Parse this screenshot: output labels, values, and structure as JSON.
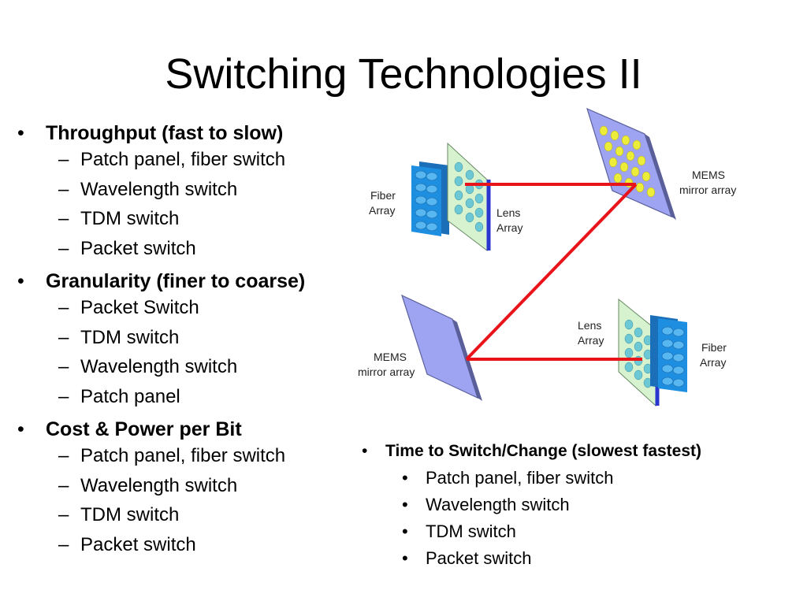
{
  "title": "Switching Technologies II",
  "left_groups": [
    {
      "heading": "Throughput (fast to slow)",
      "items": [
        "Patch panel, fiber switch",
        "Wavelength switch",
        "TDM switch",
        "Packet switch"
      ]
    },
    {
      "heading": "Granularity (finer to coarse)",
      "items": [
        "Packet Switch",
        "TDM switch",
        "Wavelength switch",
        "Patch panel"
      ]
    },
    {
      "heading": "Cost & Power per Bit",
      "items": [
        "Patch panel, fiber switch",
        "Wavelength switch",
        "TDM switch",
        "Packet switch"
      ]
    }
  ],
  "right_group": {
    "heading": "Time to Switch/Change  (slowest fastest)",
    "items": [
      "Patch panel, fiber switch",
      "Wavelength switch",
      "TDM switch",
      "Packet switch"
    ]
  },
  "dash": "–",
  "diagram": {
    "labels": {
      "fiber_array_top_1": "Fiber",
      "fiber_array_top_2": "Array",
      "lens_array_top_1": "Lens",
      "lens_array_top_2": "Array",
      "mems_top_1": "MEMS",
      "mems_top_2": "mirror array",
      "mems_bottom_1": "MEMS",
      "mems_bottom_2": "mirror array",
      "lens_array_bottom_1": "Lens",
      "lens_array_bottom_2": "Array",
      "fiber_array_bottom_1": "Fiber",
      "fiber_array_bottom_2": "Array"
    },
    "colors": {
      "beam": "#e8141a",
      "mirror_face": "#9ea4f2",
      "mirror_edge": "#5a5f9a",
      "mirror_dots": "#ecec3a",
      "lens_face": "#d6f2cf",
      "lens_dots": "#6cc8d4",
      "lens_edge": "#2a35d0",
      "fiber_block": "#1e8fe0"
    }
  }
}
